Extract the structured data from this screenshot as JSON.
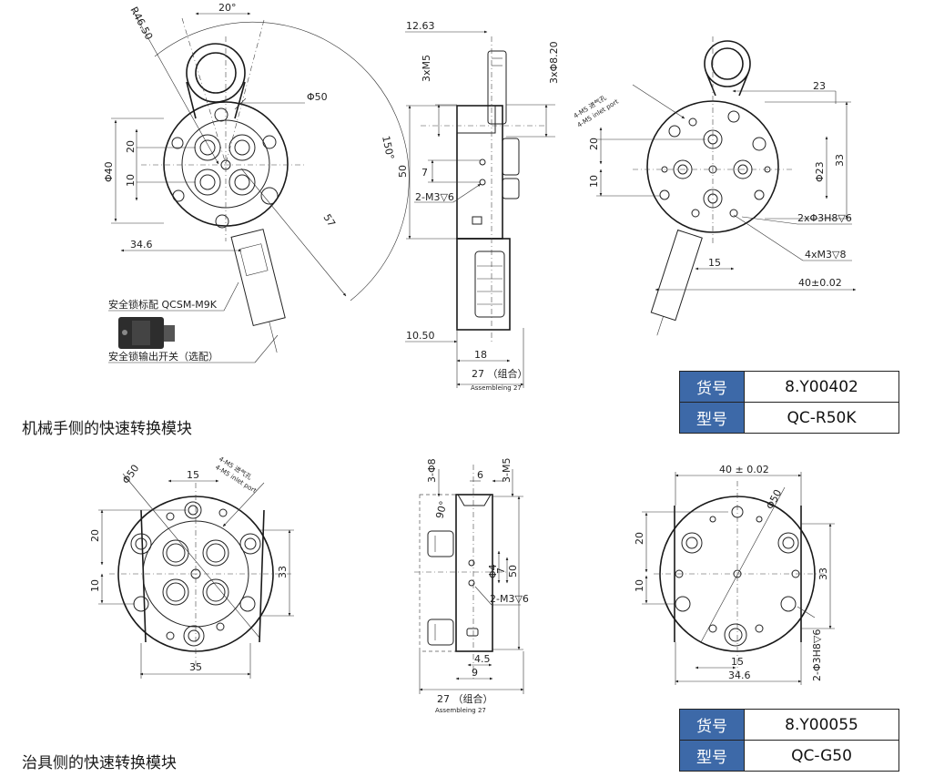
{
  "section_titles": {
    "robot_side": "机械手侧的快速转换模块",
    "tool_side": "治具侧的快速转换模块"
  },
  "table_robot": {
    "item_key": "货号",
    "item_value": "8.Y00402",
    "model_key": "型号",
    "model_value": "QC-R50K"
  },
  "table_tool": {
    "item_key": "货号",
    "item_value": "8.Y00055",
    "model_key": "型号",
    "model_value": "QC-G50"
  },
  "robot_front": {
    "r_label": "R46.50",
    "angle_top": "20°",
    "phi50": "Φ50",
    "angle_150": "150°",
    "d20": "20",
    "phi40": "Φ40",
    "d10": "10",
    "d57": "57",
    "d34_6": "34.6",
    "sensor_label": "安全锁标配  QCSM-M9K",
    "switch_label": "安全锁输出开关（选配）"
  },
  "robot_side": {
    "d12_63": "12.63",
    "d3xm5": "3xM5",
    "d3x8_20": "3xΦ8.20",
    "d50": "50",
    "d7": "7",
    "m3": "2-M3▽6",
    "d10_50": "10.50",
    "d18": "18",
    "d27": "27  （组合）",
    "assembly": "Assembleing 27"
  },
  "robot_back": {
    "inlet_cn": "4-M5 进气孔",
    "inlet_en": "4-M5 inlet port",
    "d23": "23",
    "d20": "20",
    "phi23": "Φ23",
    "d33": "33",
    "d10": "10",
    "holes": "2xΦ3H8▽6",
    "d15": "15",
    "m3": "4xM3▽8",
    "d40": "40±0.02"
  },
  "tool_front": {
    "phi50": "Φ50",
    "d15": "15",
    "inlet_cn": "4-M5 进气孔",
    "inlet_en": "4-M5 inlet port",
    "d20": "20",
    "d10": "10",
    "d33": "33",
    "d35": "35"
  },
  "tool_side": {
    "d3phi8": "3-Φ8",
    "d6": "6",
    "d3m5": "3-M5",
    "d90": "90°",
    "phi4": "Φ4",
    "d7": "7",
    "d50": "50",
    "m3": "2-M3▽6",
    "d4_5": "4.5",
    "d9": "9",
    "d27": "27  （组合）",
    "assembly": "Assembleing 27"
  },
  "tool_back": {
    "d40": "40 ± 0.02",
    "phi50": "Φ50",
    "d20": "20",
    "d33": "33",
    "d10": "10",
    "d15": "15",
    "holes": "2-Φ3H8▽6",
    "d34_6": "34.6"
  }
}
